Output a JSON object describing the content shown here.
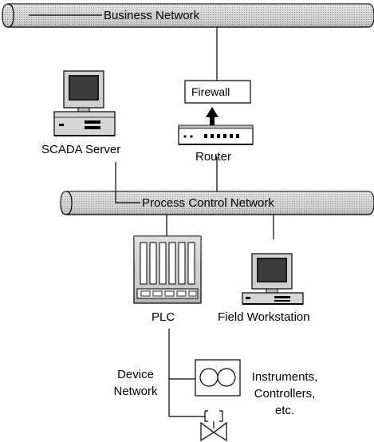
{
  "networks": {
    "business": "Business Network",
    "process_control": "Process Control Network",
    "device": "Device Network"
  },
  "nodes": {
    "scada_server": "SCADA Server",
    "firewall": "Firewall",
    "router": "Router",
    "plc": "PLC",
    "field_workstation": "Field Workstation",
    "instruments": "Instruments, Controllers, etc."
  },
  "colors": {
    "pipe_fill": "#c9c9c9",
    "stroke": "#000000",
    "background": "#ffffff"
  }
}
